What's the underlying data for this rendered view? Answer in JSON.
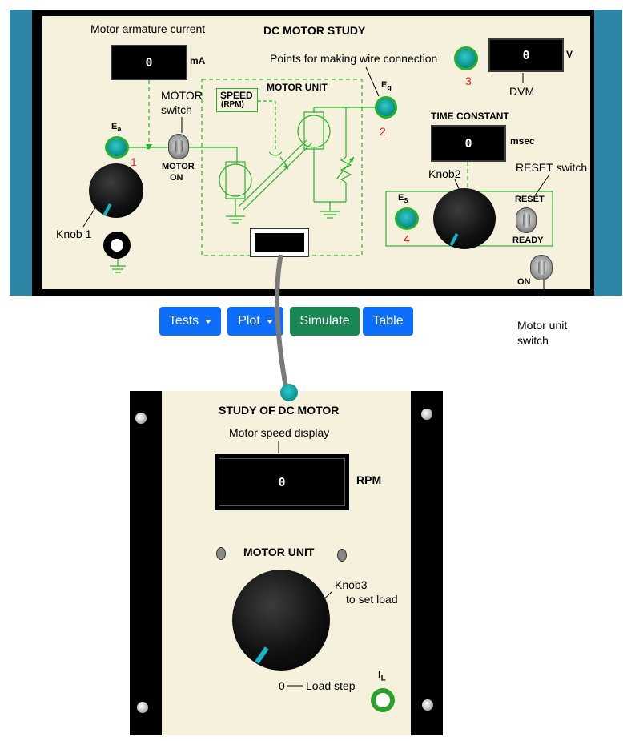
{
  "main_panel": {
    "title": "DC MOTOR STUDY",
    "ammeter": {
      "caption": "Motor armature current",
      "value": "0",
      "unit": "mA"
    },
    "dvm": {
      "value": "0",
      "unit": "V",
      "caption": "DVM",
      "socket_number": "3"
    },
    "wire_points_caption": "Points for making wire connection",
    "eg_label": "E",
    "eg_sub": "g",
    "eg_number": "2",
    "ea_label": "E",
    "ea_sub": "a",
    "ea_number": "1",
    "motor_switch_caption_line1": "MOTOR",
    "motor_switch_caption_line2": "switch",
    "motor_on_line1": "MOTOR",
    "motor_on_line2": "ON",
    "motor_unit_label": "MOTOR UNIT",
    "speed_label_line1": "SPEED",
    "speed_label_line2": "(RPM)",
    "knob1_label": "Knob 1",
    "time_constant": {
      "title": "TIME CONSTANT",
      "value": "0",
      "unit": "msec"
    },
    "knob2_label": "Knob2",
    "reset_switch_caption": "RESET switch",
    "reset_label": "RESET",
    "ready_label": "READY",
    "es_label": "E",
    "es_sub": "S",
    "es_number": "4",
    "on_label": "ON",
    "motor_unit_switch_line1": "Motor unit",
    "motor_unit_switch_line2": "switch"
  },
  "toolbar": {
    "tests_label": "Tests",
    "plot_label": "Plot",
    "simulate_label": "Simulate",
    "table_label": "Table"
  },
  "sub_panel": {
    "title": "STUDY OF DC MOTOR",
    "speed_display_caption": "Motor speed display",
    "speed_value": "0",
    "speed_unit": "RPM",
    "motor_unit_label": "MOTOR UNIT",
    "knob3_line1": "Knob3",
    "knob3_line2": "to set load",
    "load_step_value": "0",
    "load_step_label": "Load step",
    "il_label": "I",
    "il_sub": "L"
  },
  "colors": {
    "panel_bg": "#f6f1dd",
    "frame": "#000000",
    "side_bar": "#2e86a6",
    "socket_teal": "#10a8a8",
    "circuit_green": "#27b527",
    "blue_button": "#0d6efd",
    "green_button": "#198754"
  }
}
